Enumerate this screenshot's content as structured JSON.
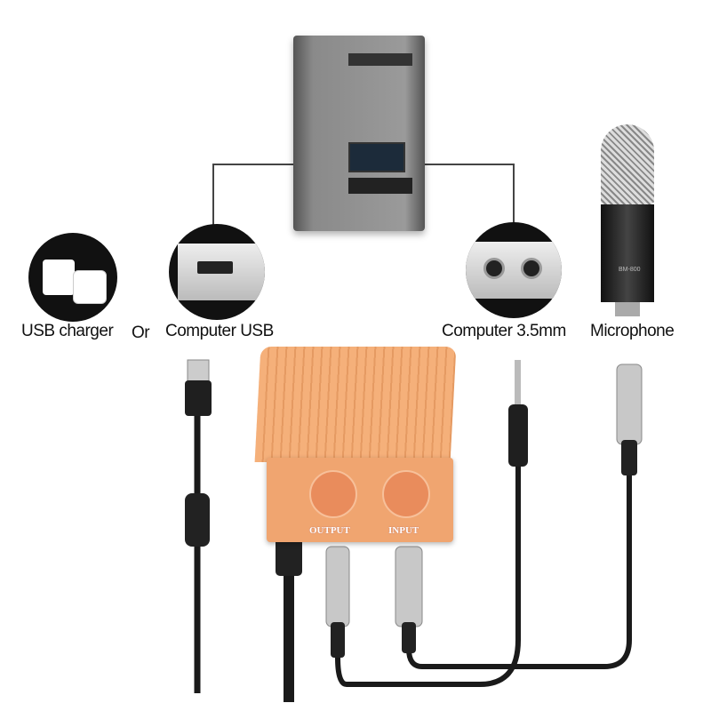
{
  "labels": {
    "usb_charger": "USB charger",
    "or": "Or",
    "computer_usb": "Computer USB",
    "computer_35mm": "Computer 3.5mm",
    "microphone": "Microphone"
  },
  "device": {
    "output_label": "OUTPUT",
    "input_label": "INPUT"
  },
  "mic_model": "BM-800",
  "colors": {
    "device_body": "#f2a46e",
    "cable": "#1a1a1a",
    "connector_metal": "#c8c8c8"
  }
}
